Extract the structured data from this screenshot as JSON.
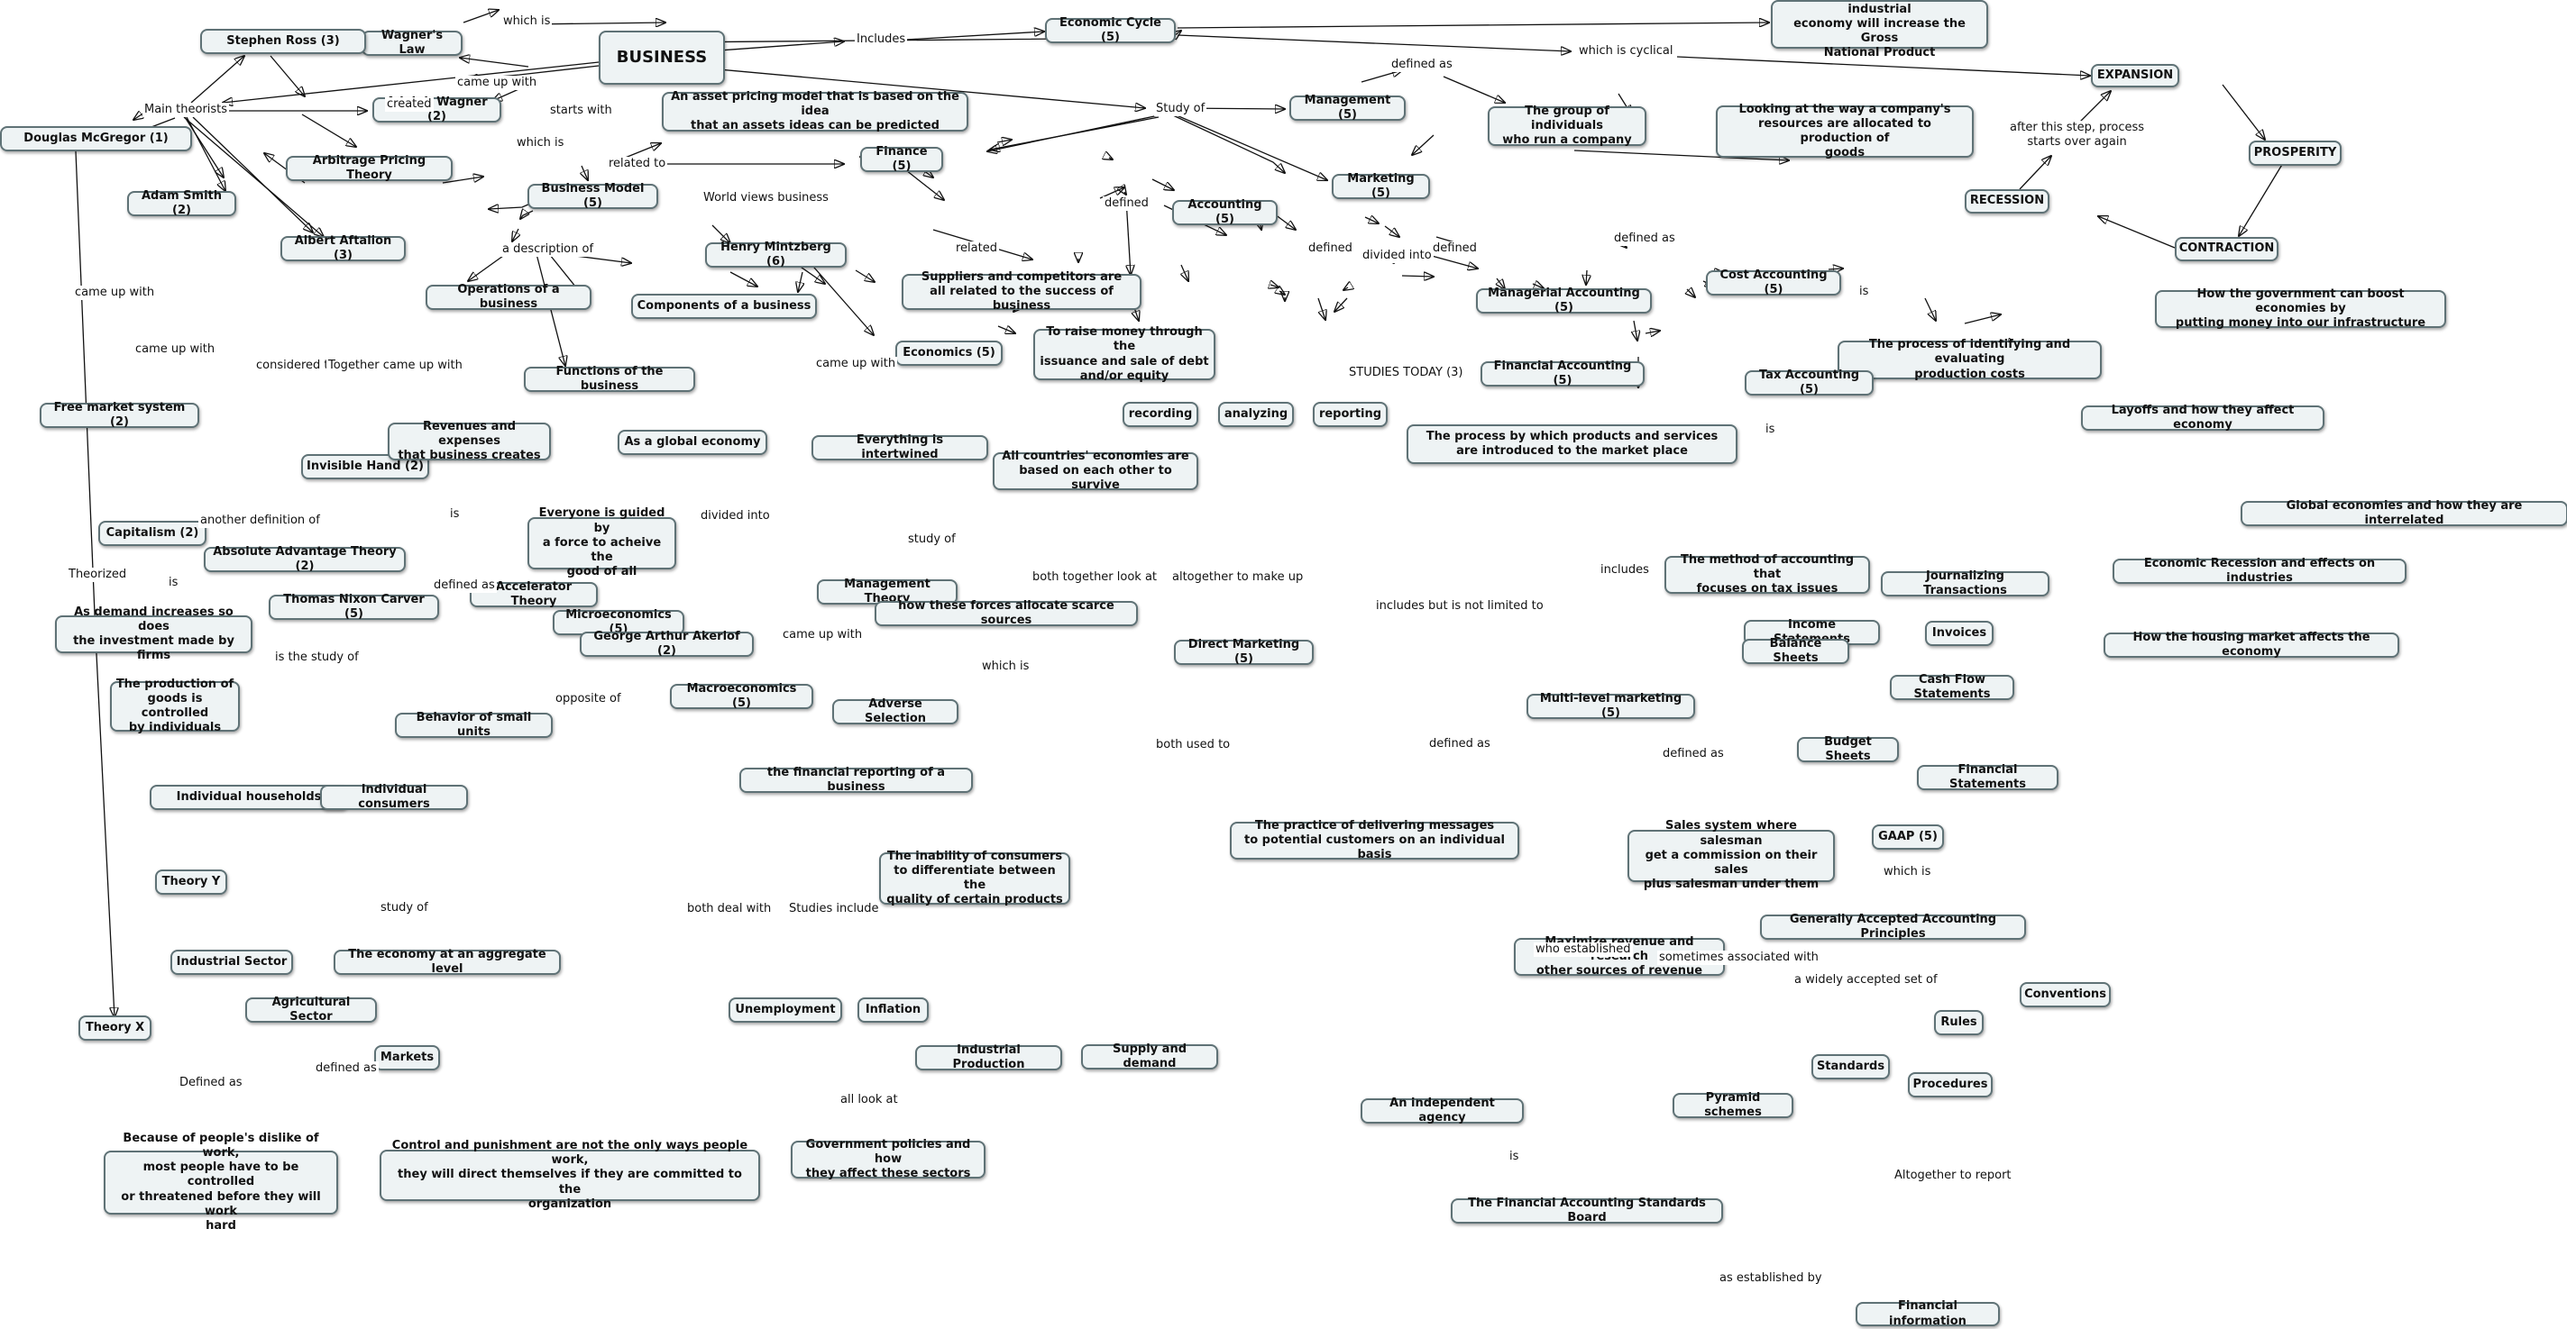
{
  "map": {
    "nodes": {
      "business": "BUSINESS",
      "wagners_law": "Wagner's Law",
      "stephen_ross": "Stephen Ross (3)",
      "adolph_wagner": "Adolph Wagner (2)",
      "douglas_mcgregor": "Douglas McGregor (1)",
      "arbitrage_pricing": "Arbitrage Pricing Theory",
      "asset_pricing": "An asset pricing model that is based on the idea\nthat an assets ideas can be predicted",
      "economic_cycle": "Economic Cycle (5)",
      "industrial_economy": "The development of an industrial\neconomy will increase the Gross\nNational Product",
      "expansion": "EXPANSION",
      "prosperity": "PROSPERITY",
      "recession": "RECESSION",
      "contraction": "CONTRACTION",
      "management": "Management (5)",
      "group_individuals": "The group of individuals\nwho run a company",
      "company_resources": "Looking at the way a company's\nresources are allocated to production of\ngoods",
      "finance": "Finance (5)",
      "marketing": "Marketing (5)",
      "accounting": "Accounting (5)",
      "adam_smith": "Adam Smith (2)",
      "albert_aftalion": "Albert Aftalion (3)",
      "business_model": "Business Model (5)",
      "henry_mintzberg": "Henry Mintzberg (6)",
      "operations": "Operations of a business",
      "components": "Components of a business",
      "functions": "Functions of the business",
      "suppliers": "Suppliers and competitors are\nall related to the success of business",
      "raise_money": "To raise money through the\nissuance and sale of debt\nand/or equity",
      "economics": "Economics (5)",
      "managerial_accounting": "Managerial Accounting (5)",
      "cost_accounting": "Cost Accounting (5)",
      "gov_boost": "How the government can boost economies by\nputting money into our infrastructure",
      "identifying_costs": "The process of identifying and evaluating\nproduction costs",
      "financial_accounting": "Financial Accounting (5)",
      "tax_accounting": "Tax Accounting (5)",
      "layoffs": "Layoffs and how they affect economy",
      "global_economies": "Global economies and how they are interrelated",
      "free_market": "Free market system (2)",
      "invisible_hand": "Invisible Hand (2)",
      "revenues_expenses": "Revenues and expenses\nthat business creates",
      "as_global_economy": "As a global economy",
      "everything_intertwined": "Everything is intertwined",
      "economies_based": "All countries' economies are\nbased on each other to survive",
      "recording": "recording",
      "analyzing": "analyzing",
      "reporting": "reporting",
      "products_services": "The process by which products and services\nare introduced to the market place",
      "capitalism": "Capitalism (2)",
      "absolute_advantage": "Absolute Advantage Theory (2)",
      "everyone_guided": "Everyone is guided by\na force to acheive the\ngood of all",
      "thomas_carver": "Thomas Nixon Carver (5)",
      "accelerator": "Accelerator Theory",
      "management_theory": "Management Theory",
      "tax_method": "The method of accounting that\nfocuses on tax issues",
      "journalizing": "Journalizing Transactions",
      "recession_effects": "Economic Recession and effects on industries",
      "housing_market": "How the housing market affects the economy",
      "income_statements": "Income Statements",
      "invoices": "Invoices",
      "demand_increases": "As demand increases so does\nthe investment made by firms",
      "microeconomics": "Microeconomics (5)",
      "akerlof": "George Arthur Akerlof (2)",
      "scarce_sources": "how these forces allocate scarce sources",
      "direct_marketing": "Direct Marketing (5)",
      "balance_sheets": "Balance Sheets",
      "cash_flow": "Cash Flow Statements",
      "production_goods": "The production of\ngoods is controlled\nby individuals",
      "small_units": "Behavior of small units",
      "macroeconomics": "Macroeconomics (5)",
      "adverse_selection": "Adverse Selection",
      "multi_level": "Multi-level marketing (5)",
      "budget_sheets": "Budget Sheets",
      "financial_statements": "Financial Statements",
      "individual_households": "Individual households",
      "individual_consumers": "Individual consumers",
      "financial_reporting": "the financial reporting of a business",
      "delivering_messages": "The practice of delivering messages\nto potential customers on an individual basis",
      "sales_system": "Sales system where salesman\nget a commission on their sales\nplus salesman under them",
      "gaap": "GAAP (5)",
      "inability_consumers": "The inability of consumers\nto differentiate between the\nquality of certain products",
      "theory_y": "Theory Y",
      "gaap_full": "Generally Accepted Accounting Principles",
      "industrial_sector": "Industrial Sector",
      "aggregate_level": "The economy at an aggregate level",
      "maximize_revenue": "Maximize revenue and research\nother sources of revenue",
      "conventions": "Conventions",
      "agricultural_sector": "Agricultural Sector",
      "unemployment": "Unemployment",
      "inflation": "Inflation",
      "rules": "Rules",
      "theory_x": "Theory X",
      "markets": "Markets",
      "industrial_production": "Industrial Production",
      "supply_demand": "Supply and demand",
      "standards": "Standards",
      "procedures": "Procedures",
      "independent_agency": "An independent agency",
      "pyramid_schemes": "Pyramid schemes",
      "gov_policies": "Government policies and how\nthey affect these sectors",
      "dislike_work": "Because of people's dislike of work,\nmost people have to be controlled\nor threatened before they will work\nhard",
      "control_punishment": "Control and punishment are not the only ways people work,\nthey will direct themselves if they are committed to the\norganization",
      "fasb": "The Financial Accounting Standards Board",
      "financial_information": "Financial information"
    },
    "links": {
      "which_is_1": "which is",
      "includes_1": "Includes",
      "which_is_cyclical": "which is cyclical",
      "came_up_with_1": "came up with",
      "main_theorists": "Main theorists",
      "created": "created",
      "defined_as_1": "defined as",
      "after_this_step": "after this step, process\nstarts over again",
      "study_of_1": "Study of",
      "starts_with": "starts with",
      "which_is_2": "which is",
      "related_to": "related to",
      "defined_1": "defined",
      "defined_as_2": "defined as",
      "world_views": "World views business",
      "came_up_with_2": "came up with",
      "a_description_of": "a description of",
      "related_2": "related",
      "defined_2": "defined",
      "divided_into_1": "divided into",
      "is_1": "is",
      "defined_3": "defined",
      "came_up_with_3": "came up with",
      "considered_father": "considered the father of",
      "together_came_up": "Together came up with",
      "came_up_with_4": "came up with",
      "studies_today": "STUDIES TODAY (3)",
      "is_2": "is",
      "another_definition": "another definition of",
      "is_3": "is",
      "divided_into_2": "divided into",
      "study_of_2": "study of",
      "includes_2": "includes",
      "theorized": "Theorized",
      "is_4": "is",
      "defined_as_3": "defined as",
      "both_together": "both together look at",
      "altogether_make_up": "altogether to make up",
      "includes_not_limited": "includes but is not limited to",
      "is_the_study_of": "is the study of",
      "came_up_with_5": "came up with",
      "opposite_of": "opposite of",
      "which_is_3": "which is",
      "both_used_to": "both used to",
      "defined_as_4": "defined as",
      "defined_as_5": "defined as",
      "which_is_4": "which is",
      "study_of_3": "study of",
      "both_deal_with": "both deal with",
      "studies_include": "Studies include",
      "who_established": "who established",
      "sometimes_associated": "sometimes associated with",
      "widely_accepted": "a widely accepted set of",
      "defined_as_6": "Defined as",
      "defined_as_7": "defined as",
      "all_look_at": "all look at",
      "altogether_report": "Altogether to report",
      "is_5": "is",
      "as_established_by": "as established by"
    }
  }
}
